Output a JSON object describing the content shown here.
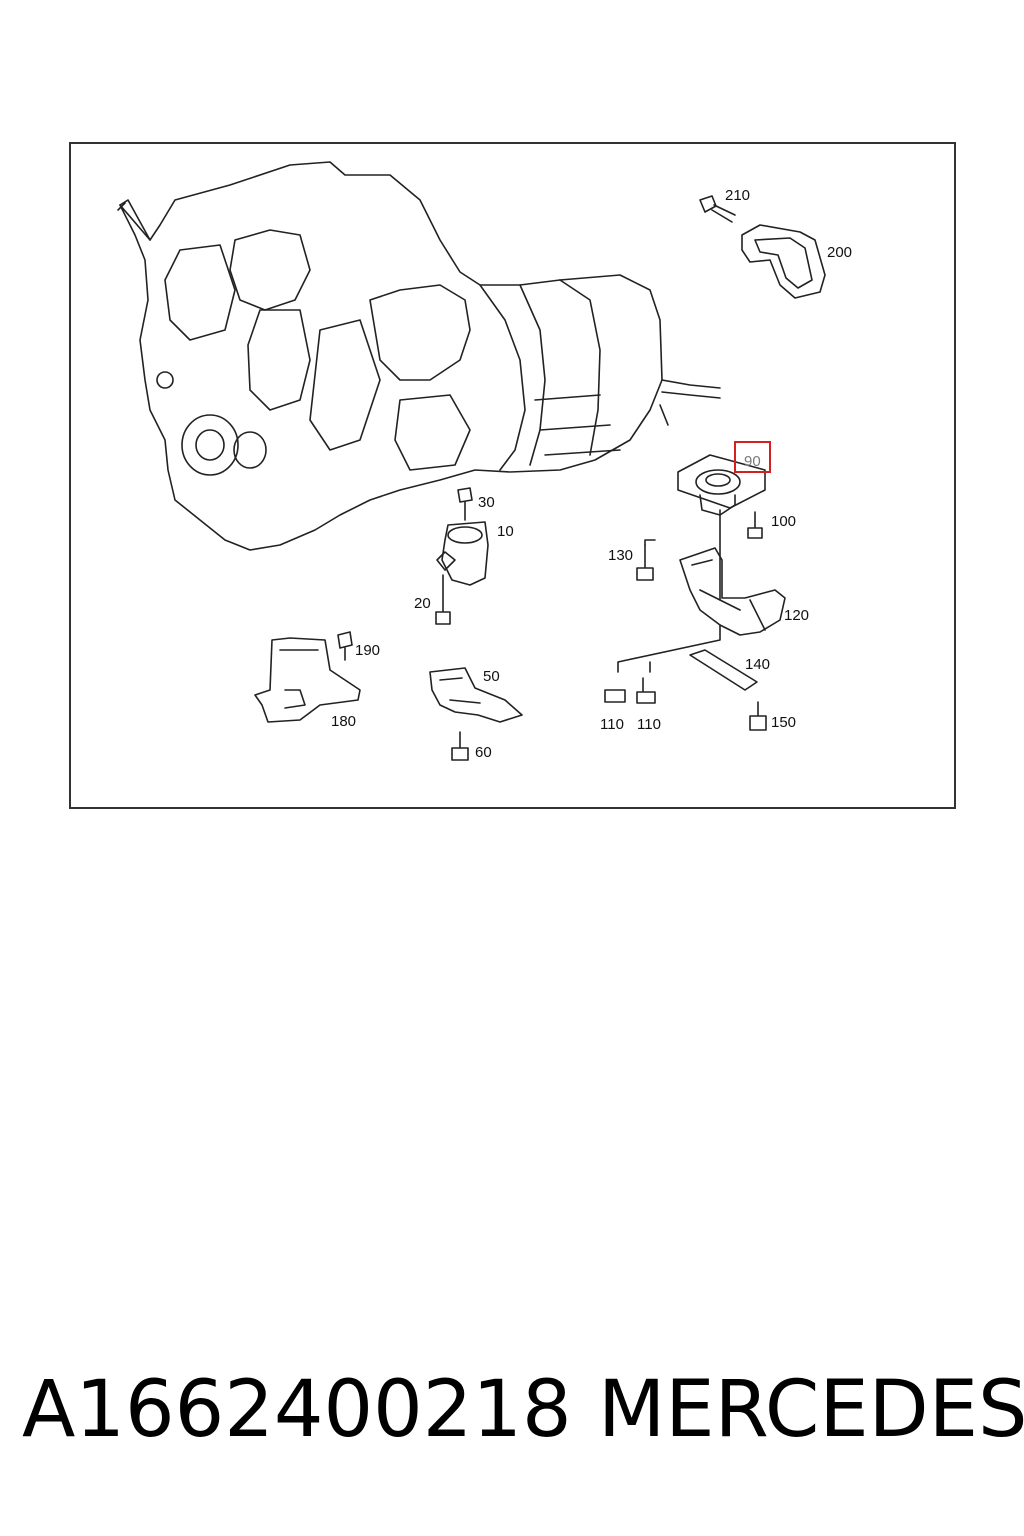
{
  "diagram": {
    "callouts": [
      "210",
      "200",
      "90",
      "100",
      "30",
      "10",
      "130",
      "120",
      "20",
      "190",
      "50",
      "140",
      "180",
      "110",
      "110",
      "150",
      "60"
    ],
    "highlight": {
      "label": "90",
      "color": "#d62020"
    },
    "line_color": "#222222"
  },
  "caption": {
    "part_number": "A1662400218",
    "brand": "MERCEDES"
  }
}
